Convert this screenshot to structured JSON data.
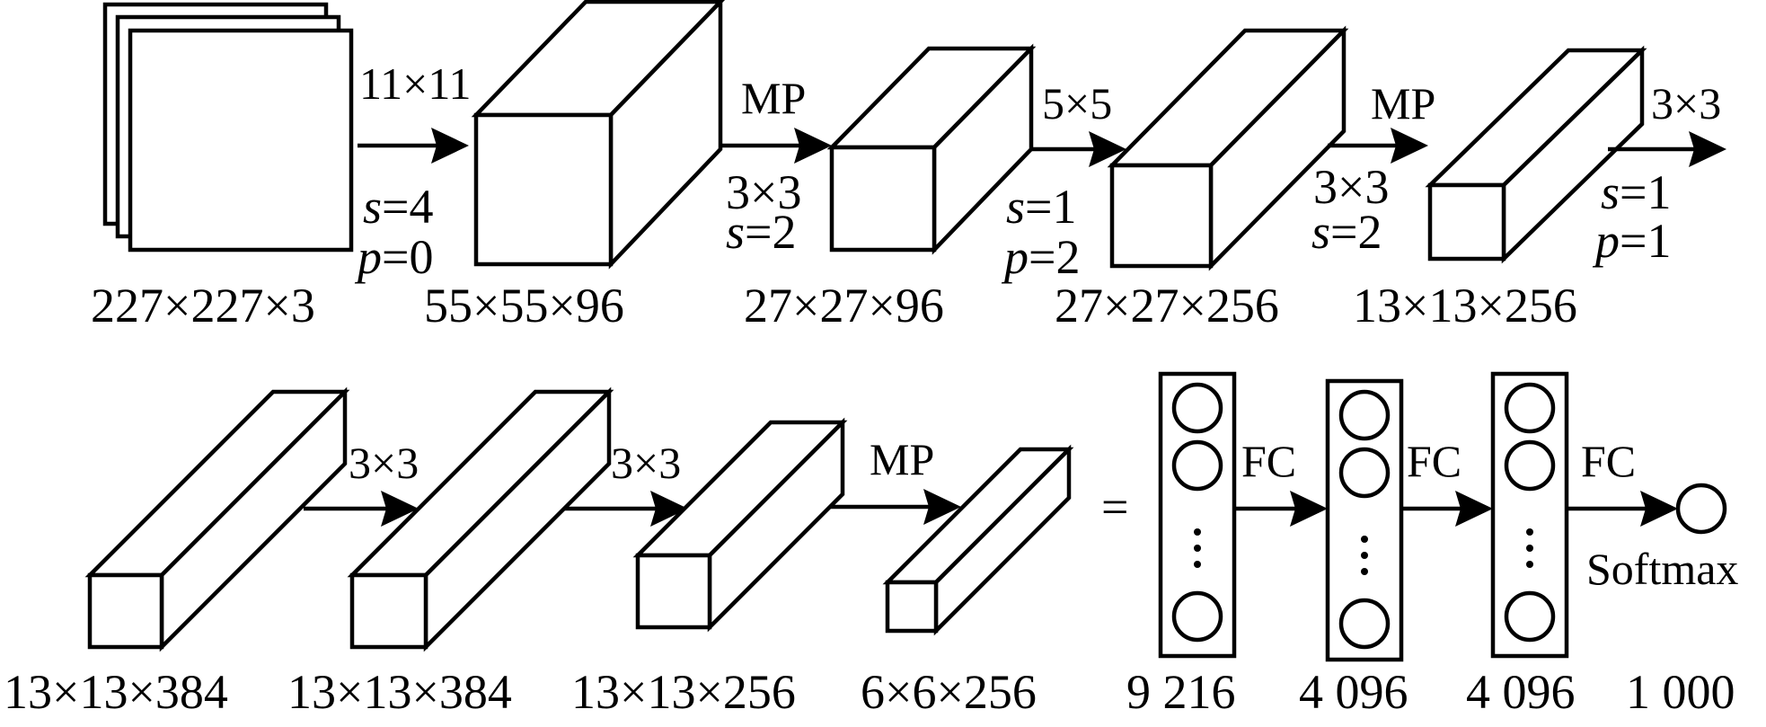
{
  "row1": {
    "input_dim": "227×227×3",
    "conv1": {
      "kernel": "11×11",
      "s_sym": "s",
      "s_val": "=4",
      "p_sym": "p",
      "p_val": "=0"
    },
    "block1_dim": "55×55×96",
    "pool1": {
      "op": "MP",
      "kernel": "3×3",
      "s_sym": "s",
      "s_val": "=2"
    },
    "block2_dim": "27×27×96",
    "conv2": {
      "kernel": "5×5",
      "s_sym": "s",
      "s_val": "=1",
      "p_sym": "p",
      "p_val": "=2"
    },
    "block3_dim": "27×27×256",
    "pool2": {
      "op": "MP",
      "kernel": "3×3",
      "s_sym": "s",
      "s_val": "=2"
    },
    "block4_dim": "13×13×256",
    "conv3": {
      "kernel": "3×3",
      "s_sym": "s",
      "s_val": "=1",
      "p_sym": "p",
      "p_val": "=1"
    }
  },
  "row2": {
    "block5_dim": "13×13×384",
    "conv4_kernel": "3×3",
    "block6_dim": "13×13×384",
    "conv5_kernel": "3×3",
    "block7_dim": "13×13×256",
    "pool3_op": "MP",
    "block8_dim": "6×6×256",
    "equals": "=",
    "fc_label": "FC",
    "fc1_count": "9 216",
    "fc2_count": "4 096",
    "fc3_count": "4 096",
    "output_count": "1 000",
    "softmax_label": "Softmax"
  },
  "colors": {
    "stroke": "#000000",
    "background": "#ffffff"
  }
}
